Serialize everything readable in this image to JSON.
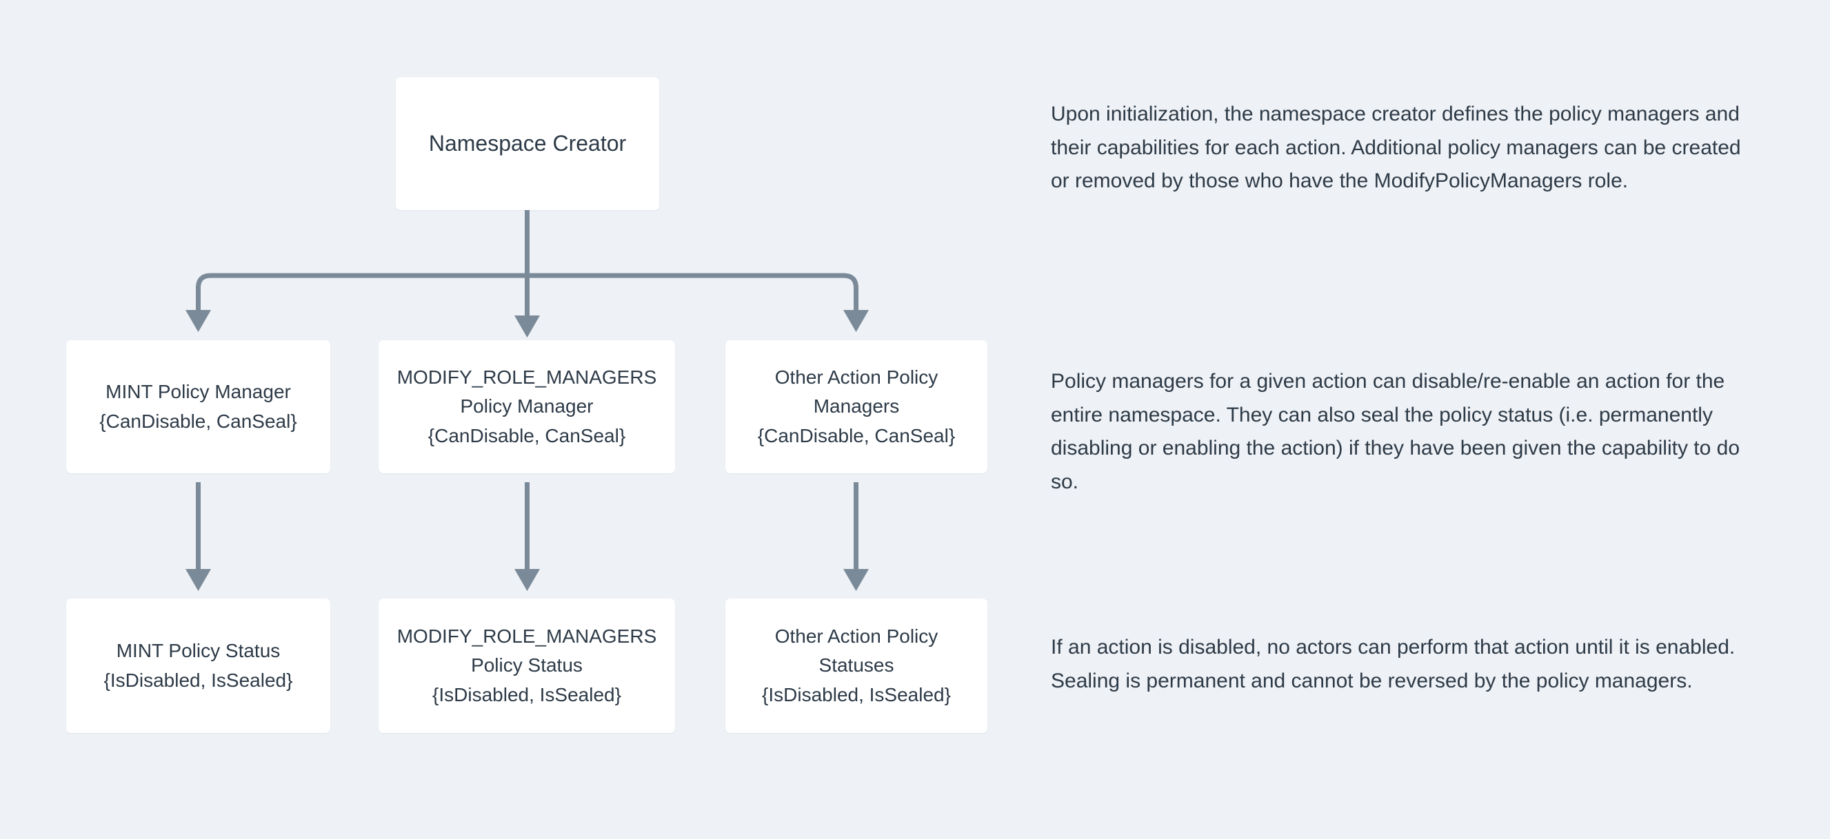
{
  "diagram": {
    "title_node": {
      "id": "namespace-creator",
      "lines": [
        "Namespace Creator"
      ]
    },
    "policy_manager_nodes": [
      {
        "id": "mint-policy-manager",
        "lines": [
          "MINT Policy Manager",
          "{CanDisable, CanSeal}"
        ]
      },
      {
        "id": "modify-role-managers-policy-manager",
        "lines": [
          "MODIFY_ROLE_MANAGERS",
          "Policy Manager",
          "{CanDisable, CanSeal}"
        ]
      },
      {
        "id": "other-action-policy-managers",
        "lines": [
          "Other Action Policy",
          "Managers",
          "{CanDisable, CanSeal}"
        ]
      }
    ],
    "policy_status_nodes": [
      {
        "id": "mint-policy-status",
        "lines": [
          "MINT Policy Status",
          "{IsDisabled, IsSealed}"
        ]
      },
      {
        "id": "modify-role-managers-policy-status",
        "lines": [
          "MODIFY_ROLE_MANAGERS",
          "Policy Status",
          "{IsDisabled, IsSealed}"
        ]
      },
      {
        "id": "other-action-policy-statuses",
        "lines": [
          "Other Action Policy",
          "Statuses",
          "{IsDisabled, IsSealed}"
        ]
      }
    ],
    "connector_color": "#7b8a99",
    "node_background": "#ffffff",
    "canvas_background": "#eef1f5",
    "text_color": "#2d3a47"
  },
  "notes": [
    {
      "id": "note-initialization",
      "text": "Upon initialization, the namespace creator defines the policy managers and their capabilities for each action. Additional policy managers can be created or removed by those who have the ModifyPolicyManagers role."
    },
    {
      "id": "note-capabilities",
      "text": "Policy managers for a given action can disable/re-enable an action for the entire namespace. They can also seal the policy status (i.e. permanently disabling or enabling the action) if they have been given the capability to do so."
    },
    {
      "id": "note-disabled-sealing",
      "text": "If an action is disabled, no actors can perform that action until it is enabled. Sealing is permanent and cannot be reversed by the policy managers."
    }
  ]
}
